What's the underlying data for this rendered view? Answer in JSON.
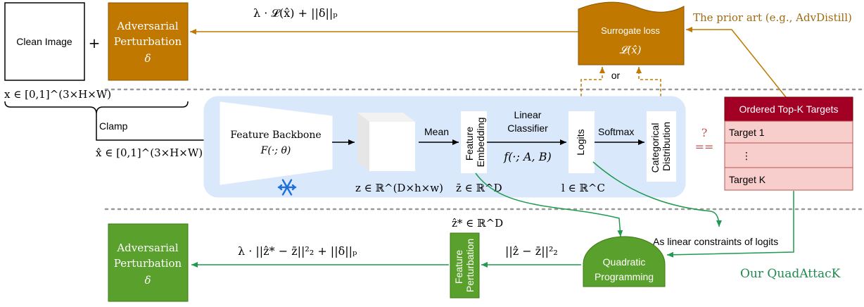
{
  "colors": {
    "orange": "#c07800",
    "orange_text": "#a06a14",
    "green": "#5aa02c",
    "green_line": "#1f9a4f",
    "green_text": "#1f8a4f",
    "panel": "#dae8fc",
    "target_header": "#a20025",
    "target_body": "#f8cecc",
    "target_border": "#b85450",
    "question": "#b85450",
    "snowflake": "#1e6fd9"
  },
  "top_row": {
    "clean_image": "Clean Image",
    "plus": "+",
    "adv_line1": "Adversarial",
    "adv_line2": "Perturbation",
    "adv_delta": "δ",
    "objective": "λ · 𝓛(x̂) + ||δ||ₚ",
    "x_domain": "x ∈ [0,1]^(3×H×W)"
  },
  "surrogate": {
    "title": "Surrogate loss",
    "formula": "𝓛(x̂)",
    "or": "or",
    "prior_art": "The prior art (e.g., AdvDistill)"
  },
  "pipeline": {
    "clamp": "Clamp",
    "xhat_domain": "x̂ ∈ [0,1]^(3×H×W)",
    "backbone_title": "Feature Backbone",
    "backbone_formula": "F(·; θ)",
    "snowflake_icon": "snowflake",
    "z_label": "z ∈ ℝ^(D×h×w)",
    "mean": "Mean",
    "feature_embedding": "Feature Embedding",
    "zbar_label": "z̄ ∈ ℝ^D",
    "linear_classifier": "Linear Classifier",
    "classifier_formula": "f(·; A, B)",
    "logits": "Logits",
    "l_label": "l ∈ ℝ^C",
    "softmax": "Softmax",
    "categorical_distribution": "Categorical Distribution",
    "question": "?",
    "equals": "=="
  },
  "targets": {
    "header": "Ordered Top-K Targets",
    "items": [
      "Target 1",
      "⋮",
      "Target K"
    ]
  },
  "bottom_row": {
    "linear_constraints": "As linear constraints of logits",
    "qp_line1": "Quadratic",
    "qp_line2": "Programming",
    "diff_norm": "||ẑ − z̄||²₂",
    "zstar_label": "ẑ* ∈ ℝ^D",
    "feature_perturbation": "Feature Perturbation",
    "objective": "λ · ||ẑ* − z̄||²₂ + ||δ||ₚ",
    "adv_line1": "Adversarial",
    "adv_line2": "Perturbation",
    "adv_delta": "δ",
    "our_method": "Our QuadAttacK"
  }
}
